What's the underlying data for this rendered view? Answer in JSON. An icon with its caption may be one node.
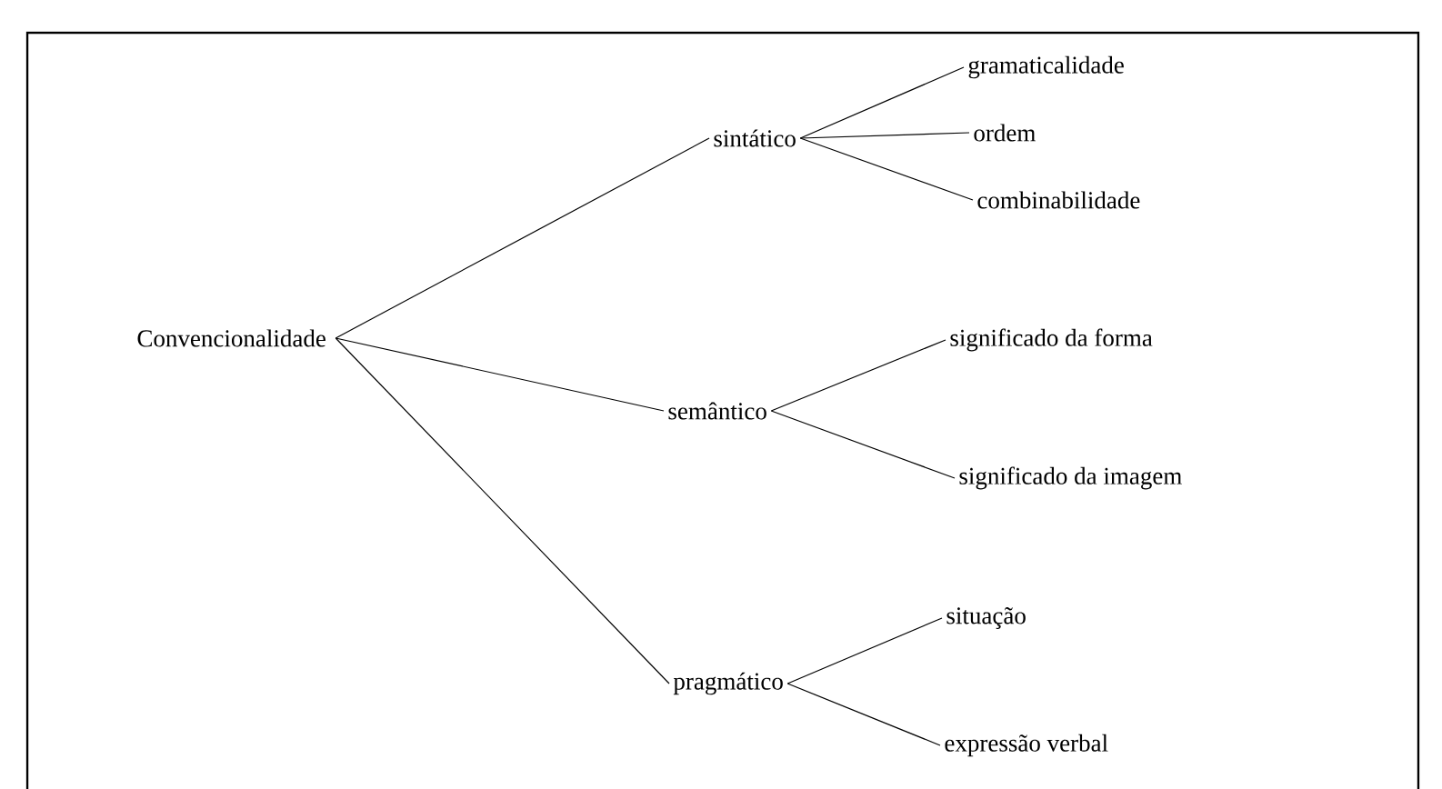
{
  "diagram": {
    "nodes": [
      {
        "text": [
          "Convencionalidade"
        ]
      },
      {
        "text": [
          "sintático"
        ]
      },
      {
        "text": [
          "semântico"
        ]
      },
      {
        "text": [
          "pragmático"
        ]
      },
      {
        "text": [
          "gramaticalidade"
        ]
      },
      {
        "text": [
          "ordem"
        ]
      },
      {
        "text": [
          "combinabilidade"
        ]
      },
      {
        "text": [
          "significado da forma"
        ]
      },
      {
        "text": [
          "significado da imagem"
        ]
      },
      {
        "text": [
          "situação"
        ]
      },
      {
        "text": [
          "expressão verbal"
        ]
      }
    ],
    "edges": [
      {
        "from": 0,
        "to": 1,
        "arrow": "none"
      },
      {
        "from": 0,
        "to": 2,
        "arrow": "none"
      },
      {
        "from": 0,
        "to": 3,
        "arrow": "none"
      },
      {
        "from": 1,
        "to": 4,
        "arrow": "none"
      },
      {
        "from": 1,
        "to": 5,
        "arrow": "none"
      },
      {
        "from": 1,
        "to": 6,
        "arrow": "none"
      },
      {
        "from": 2,
        "to": 7,
        "arrow": "none"
      },
      {
        "from": 2,
        "to": 8,
        "arrow": "none"
      },
      {
        "from": 3,
        "to": 9,
        "arrow": "none"
      },
      {
        "from": 3,
        "to": 10,
        "arrow": "none"
      }
    ]
  }
}
